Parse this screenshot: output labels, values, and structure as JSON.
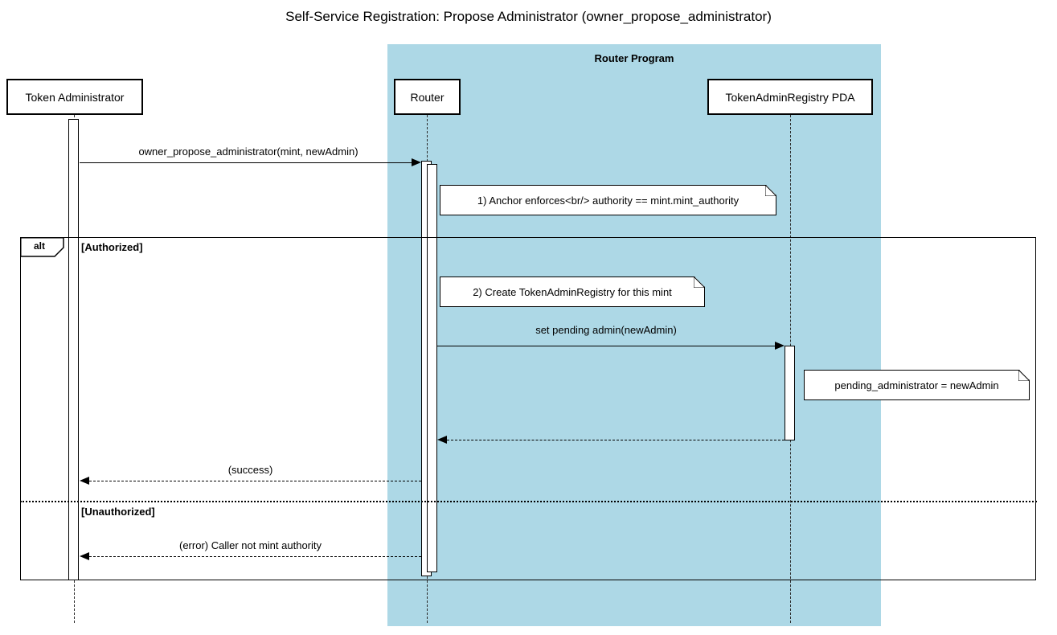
{
  "title": "Self-Service Registration: Propose Administrator (owner_propose_administrator)",
  "group": {
    "label": "Router Program"
  },
  "participants": {
    "admin": {
      "label": "Token Administrator"
    },
    "router": {
      "label": "Router"
    },
    "registry": {
      "label": "TokenAdminRegistry PDA"
    }
  },
  "messages": {
    "propose": {
      "label": "owner_propose_administrator(mint, newAdmin)",
      "type": "solid"
    },
    "set_pending": {
      "label": "set pending admin(newAdmin)",
      "type": "solid"
    },
    "success": {
      "label": "(success)",
      "type": "dashed-return"
    },
    "error": {
      "label": "(error) Caller not mint authority",
      "type": "dashed-return"
    }
  },
  "notes": {
    "enforce": {
      "text": "1) Anchor enforces<br/> authority == mint.mint_authority"
    },
    "create": {
      "text": "2) Create TokenAdminRegistry for this mint"
    },
    "pending": {
      "text": "pending_administrator = newAdmin"
    }
  },
  "alt": {
    "operator": "alt",
    "guards": {
      "authorized": "[Authorized]",
      "unauthorized": "[Unauthorized]"
    }
  },
  "colors": {
    "group_fill": "#ADD8E6",
    "participant_fill": "#FFFFFF",
    "note_fill": "#FFFFFF",
    "border": "#000000"
  }
}
